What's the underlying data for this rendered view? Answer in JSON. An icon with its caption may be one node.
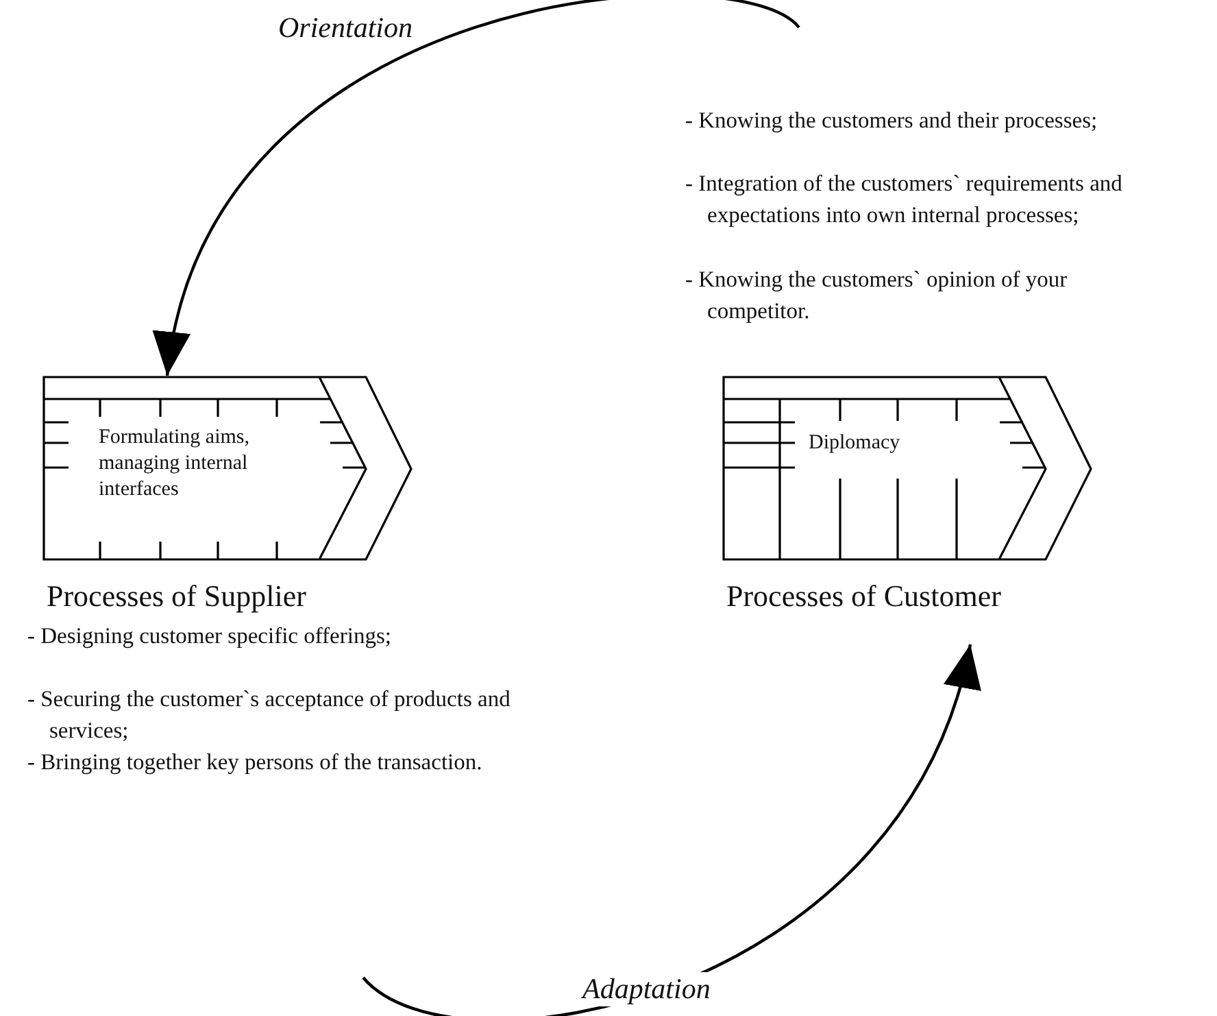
{
  "diagram": {
    "nodes": [
      {
        "text": [
          "Formulating aims, managing internal interfaces"
        ],
        "beside": [
          "Processes of Supplier"
        ]
      },
      {
        "text": [
          "Diplomacy"
        ],
        "beside": [
          "Processes of Customer"
        ]
      }
    ],
    "edges": [
      {
        "from": null,
        "to": 0,
        "arrow": "to",
        "label": "Orientation"
      },
      {
        "from": null,
        "to": 1,
        "arrow": "to",
        "label": "Adaptation"
      }
    ],
    "labels": [
      "- Knowing the customers and their processes;",
      "- Integration of the customers` requirements and expectations into own internal processes;",
      "- Knowing the customers` opinion of your competitor.",
      "- Designing customer specific offerings;",
      "- Securing the customer`s acceptance of products and services;",
      "- Bringing together key persons of the transaction."
    ]
  }
}
